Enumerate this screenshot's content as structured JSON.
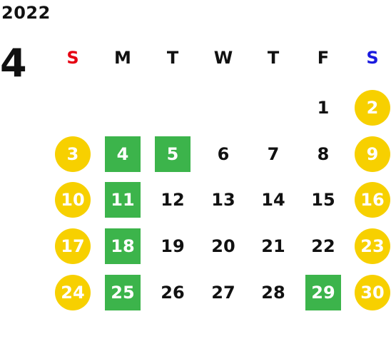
{
  "calendar": {
    "year": "2022",
    "month": "4",
    "weekdays": [
      {
        "label": "S",
        "color": "#e60012"
      },
      {
        "label": "M",
        "color": "#111111"
      },
      {
        "label": "T",
        "color": "#111111"
      },
      {
        "label": "W",
        "color": "#111111"
      },
      {
        "label": "T",
        "color": "#111111"
      },
      {
        "label": "F",
        "color": "#111111"
      },
      {
        "label": "S",
        "color": "#1a1adf"
      }
    ],
    "colors": {
      "holiday": "#f7d000",
      "closed": "#3cb44b"
    },
    "weeks": [
      [
        null,
        null,
        null,
        null,
        null,
        {
          "day": "1"
        },
        {
          "day": "2",
          "style": "holiday"
        }
      ],
      [
        {
          "day": "3",
          "style": "holiday"
        },
        {
          "day": "4",
          "style": "closed"
        },
        {
          "day": "5",
          "style": "closed"
        },
        {
          "day": "6"
        },
        {
          "day": "7"
        },
        {
          "day": "8"
        },
        {
          "day": "9",
          "style": "holiday"
        }
      ],
      [
        {
          "day": "10",
          "style": "holiday"
        },
        {
          "day": "11",
          "style": "closed"
        },
        {
          "day": "12"
        },
        {
          "day": "13"
        },
        {
          "day": "14"
        },
        {
          "day": "15"
        },
        {
          "day": "16",
          "style": "holiday"
        }
      ],
      [
        {
          "day": "17",
          "style": "holiday"
        },
        {
          "day": "18",
          "style": "closed"
        },
        {
          "day": "19"
        },
        {
          "day": "20"
        },
        {
          "day": "21"
        },
        {
          "day": "22"
        },
        {
          "day": "23",
          "style": "holiday"
        }
      ],
      [
        {
          "day": "24",
          "style": "holiday"
        },
        {
          "day": "25",
          "style": "closed"
        },
        {
          "day": "26"
        },
        {
          "day": "27"
        },
        {
          "day": "28"
        },
        {
          "day": "29",
          "style": "closed"
        },
        {
          "day": "30",
          "style": "holiday"
        }
      ]
    ]
  }
}
